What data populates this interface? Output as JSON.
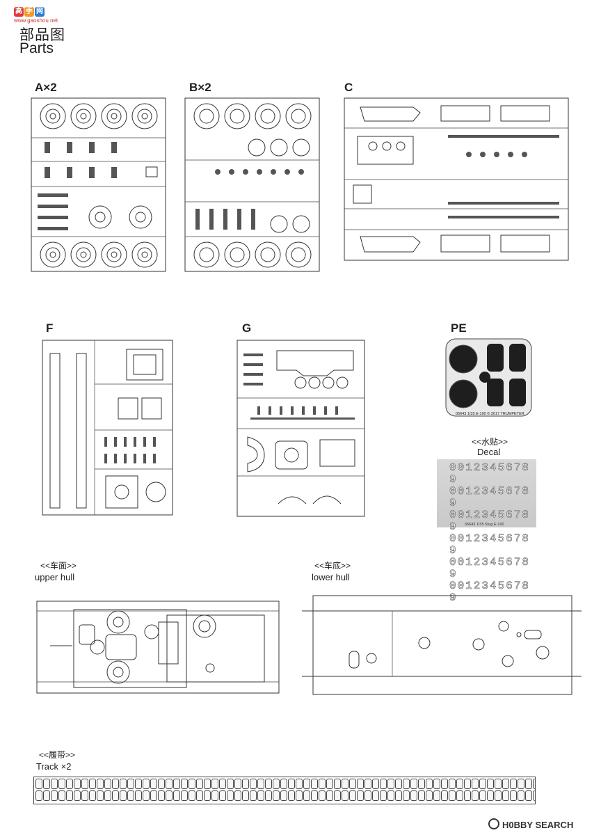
{
  "watermark": {
    "glyphs": [
      "高",
      "手",
      "网"
    ],
    "url": "www.gaoshou.net"
  },
  "header": {
    "title_cn": "部品图",
    "title_en": "Parts"
  },
  "sprues": {
    "a": {
      "label": "A×2"
    },
    "b": {
      "label": "B×2"
    },
    "c": {
      "label": "C"
    },
    "f": {
      "label": "F"
    },
    "g": {
      "label": "G"
    },
    "pe": {
      "label": "PE",
      "caption": "06643  1/35 E-100  © 2017 TRUMPETER"
    }
  },
  "decal": {
    "label_cn": "<<水贴>>",
    "label_en": "Decal",
    "rows": [
      "0012345678 9",
      "0012345678 9",
      "0012345678 9",
      "0012345678 9",
      "0012345678 9",
      "0012345678 9"
    ],
    "caption": "06643  1/35 Stug E-100"
  },
  "upper_hull": {
    "label_cn": "<<车面>>",
    "label_en": "upper hull"
  },
  "lower_hull": {
    "label_cn": "<<车底>>",
    "label_en": "lower hull"
  },
  "track": {
    "label_cn": "<<履带>>",
    "label_en": "Track",
    "multiplier": "×2"
  },
  "footer": {
    "logo_text": "H0BBY SEARCH"
  }
}
